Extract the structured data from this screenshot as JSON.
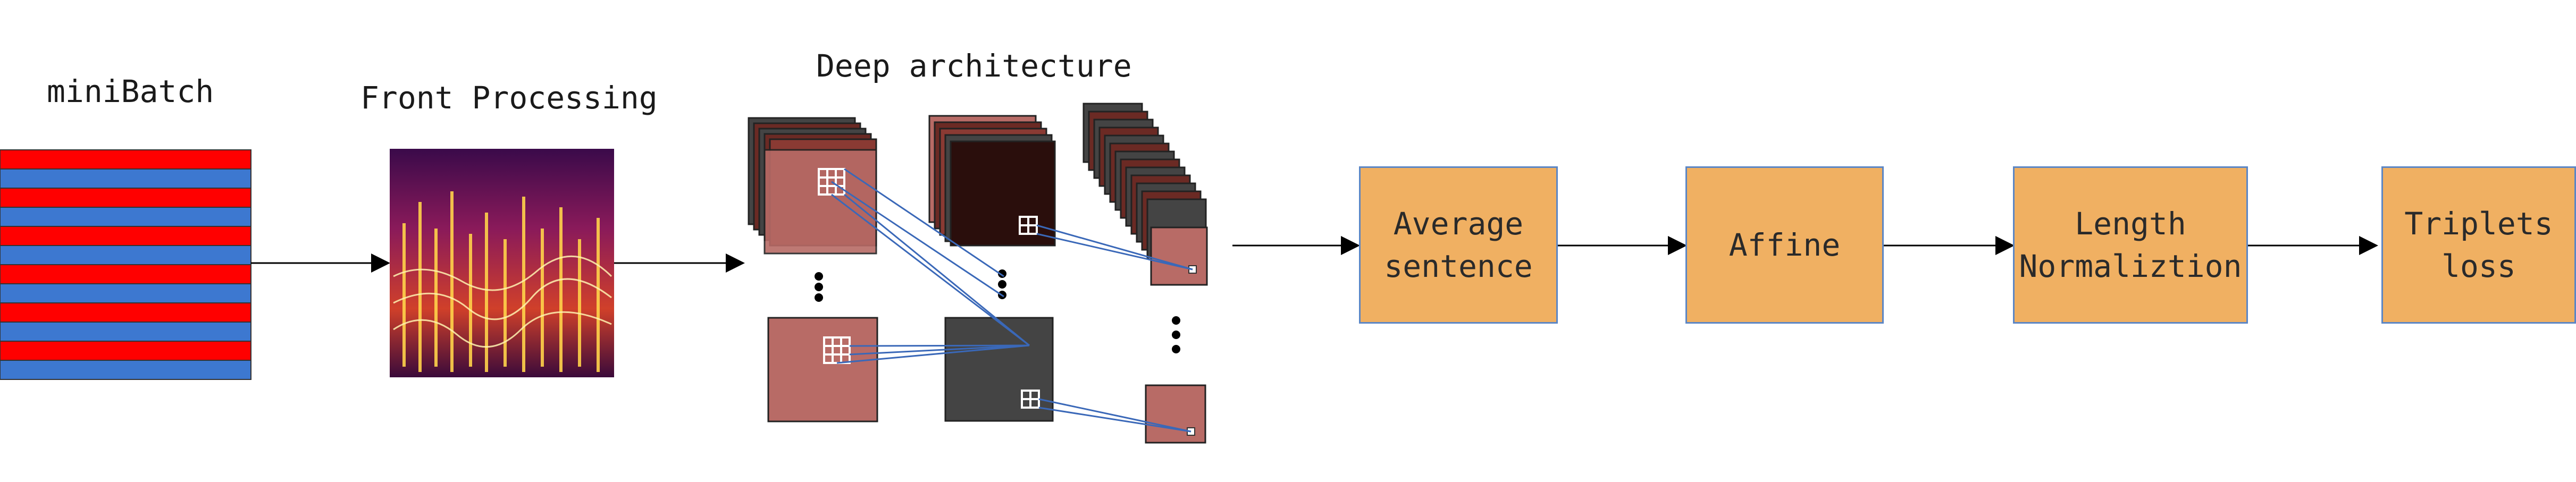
{
  "labels": {
    "minibatch": "miniBatch",
    "front_processing": "Front Processing",
    "deep_architecture": "Deep architecture"
  },
  "boxes": {
    "average_sentence": [
      "Average",
      "sentence"
    ],
    "affine": [
      "Affine"
    ],
    "length_normalization": [
      "Length",
      "Normaliztion"
    ],
    "triplets_loss": [
      "Triplets",
      "loss"
    ]
  },
  "colors": {
    "batch_red": "#ff0000",
    "batch_blue": "#3d78d0",
    "box_fill": "#f0b062",
    "box_border": "#5b86c5",
    "feature_map_light": "#b86b66",
    "feature_map_dark": "#444444",
    "connector_line": "#3a68b8"
  },
  "icons": [
    "grid-kernel-icon",
    "ellipsis-vertical-icon",
    "arrow-right-icon"
  ]
}
